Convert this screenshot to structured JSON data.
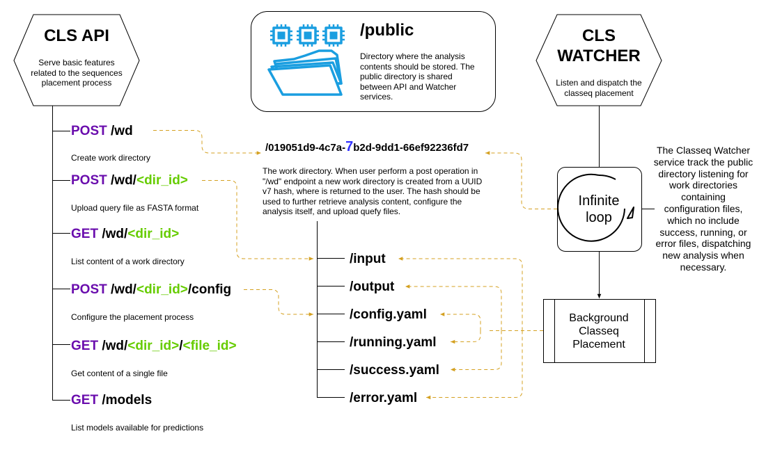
{
  "api": {
    "title": "CLS API",
    "description": "Serve basic features related to the sequences placement process",
    "endpoints": [
      {
        "verb": "POST",
        "path_parts": [
          {
            "text": "/wd",
            "param": false
          }
        ],
        "description": "Create work directory"
      },
      {
        "verb": "POST",
        "path_parts": [
          {
            "text": "/wd/",
            "param": false
          },
          {
            "text": "<dir_id>",
            "param": true
          }
        ],
        "description": "Upload query file as FASTA format"
      },
      {
        "verb": "GET",
        "path_parts": [
          {
            "text": "/wd/",
            "param": false
          },
          {
            "text": "<dir_id>",
            "param": true
          }
        ],
        "description": "List content of a work directory"
      },
      {
        "verb": "POST",
        "path_parts": [
          {
            "text": "/wd/",
            "param": false
          },
          {
            "text": "<dir_id>",
            "param": true
          },
          {
            "text": "/config",
            "param": false
          }
        ],
        "description": "Configure the placement process"
      },
      {
        "verb": "GET",
        "path_parts": [
          {
            "text": "/wd/",
            "param": false
          },
          {
            "text": "<dir_id>",
            "param": true
          },
          {
            "text": "/",
            "param": false
          },
          {
            "text": "<file_id>",
            "param": true
          }
        ],
        "description": "Get content of a single file"
      },
      {
        "verb": "GET",
        "path_parts": [
          {
            "text": "/models",
            "param": false
          }
        ],
        "description": "List models available for predictions"
      }
    ]
  },
  "public": {
    "title": "/public",
    "description": "Directory where the analysis contents should be stored. The public directory is shared between API and Watcher services."
  },
  "workdir": {
    "uuid_prefix": "/019051d9-4c7a-",
    "uuid_version": "7",
    "uuid_suffix": "b2d-9dd1-66ef92236fd7",
    "description": "The work directory. When user perform a post operation in \"/wd\" endpoint a new work directory is created from a UUID v7 hash, where is returned to the user. The hash should be used to further retrieve analysis content, configure the analysis itself, and upload quefy files.",
    "files": [
      "/input",
      "/output",
      "/config.yaml",
      "/running.yaml",
      "/success.yaml",
      "/error.yaml"
    ]
  },
  "watcher": {
    "title_line1": "CLS",
    "title_line2": "WATCHER",
    "description": "Listen and dispatch the classeq placement",
    "loop_label": "Infinite loop",
    "side_note": "The Classeq Watcher service track the public directory listening for work directories containing configuration files, which no include success, running, or error files, dispatching new analysis when necessary.",
    "process_label": "Background Classeq Placement"
  },
  "colors": {
    "verb": "#6a0dad",
    "param": "#66cc00",
    "uuid_version": "#3333ff",
    "dashed_arrow": "#d4a020",
    "chip_icon": "#1a9ee0"
  }
}
